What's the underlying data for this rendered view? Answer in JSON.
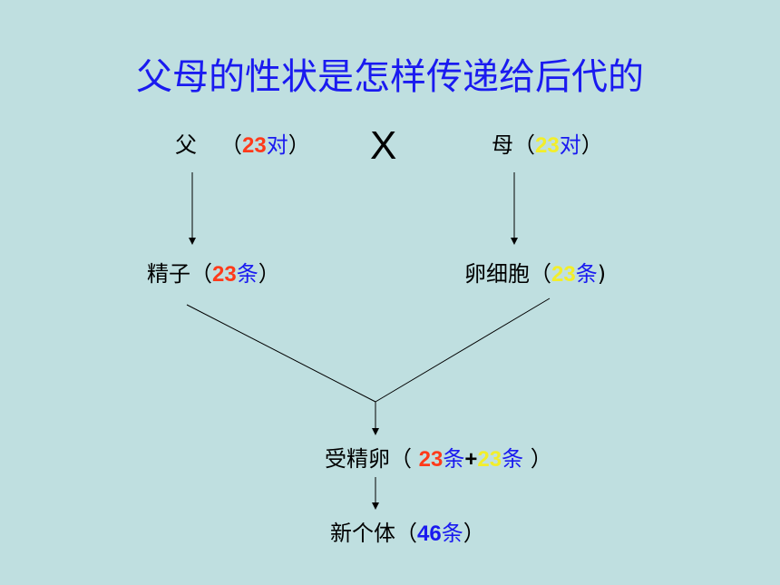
{
  "title": "父母的性状是怎样传递给后代的",
  "cross_symbol": "X",
  "colors": {
    "background": "#bfdfe0",
    "title": "#1a1af0",
    "father_num": "#ff3a1a",
    "mother_num": "#f2ee2a",
    "unit": "#1a1af0",
    "total_num": "#1a1af0"
  },
  "father": {
    "name": "父",
    "open": "（",
    "num": "23",
    "unit": "对",
    "close": "）"
  },
  "mother": {
    "name": "母",
    "open": "（",
    "num": "23",
    "unit": "对",
    "close": "）"
  },
  "sperm": {
    "name": "精子",
    "open": "（",
    "num": "23",
    "unit": "条",
    "close": "）"
  },
  "egg": {
    "name": "卵细胞",
    "open": "（",
    "num": "23",
    "unit": "条",
    "close": ")"
  },
  "zygote": {
    "name": "受精卵",
    "open": "（ ",
    "num1": "23",
    "unit1": "条",
    "plus": "+",
    "num2": "23",
    "unit2": "条",
    "close": " ）"
  },
  "individual": {
    "name": "新个体",
    "open": "（",
    "num": "46",
    "unit": "条",
    "close": "）"
  }
}
